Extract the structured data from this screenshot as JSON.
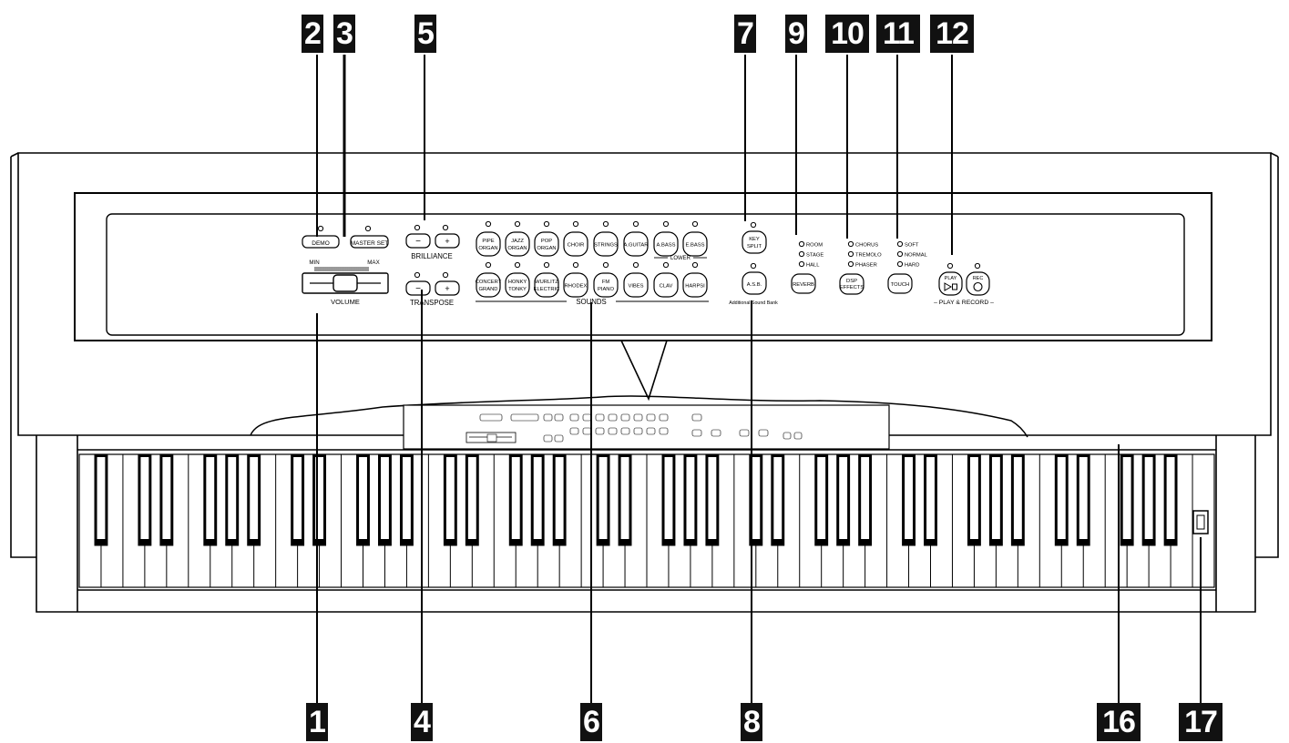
{
  "callouts": {
    "n1": "1",
    "n2": "2",
    "n3": "3",
    "n4": "4",
    "n5": "5",
    "n6": "6",
    "n7": "7",
    "n8": "8",
    "n9": "9",
    "n10": "10",
    "n11": "11",
    "n12": "12",
    "n16": "16",
    "n17": "17"
  },
  "panel": {
    "demo": "DEMO",
    "master_set": "MASTER SET",
    "brilliance_minus": "−",
    "brilliance_plus": "+",
    "brilliance": "BRILLIANCE",
    "transpose_minus": "−",
    "transpose_plus": "+",
    "transpose": "TRANSPOSE",
    "volume_min": "MIN",
    "volume_max": "MAX",
    "volume": "VOLUME",
    "sounds": "SOUNDS",
    "lower": "LOWER",
    "voices_top": [
      [
        "PIPE",
        "ORGAN"
      ],
      [
        "JAZZ",
        "ORGAN"
      ],
      [
        "POP",
        "ORGAN"
      ],
      [
        "CHOIR",
        ""
      ],
      [
        "STRINGS",
        ""
      ],
      [
        "A.GUITAR",
        ""
      ],
      [
        "A.BASS",
        ""
      ],
      [
        "E.BASS",
        ""
      ]
    ],
    "voices_bottom": [
      [
        "CONCERT",
        "GRAND"
      ],
      [
        "HONKY",
        "TONKY"
      ],
      [
        "WURLITZ",
        "ELECTRIC"
      ],
      [
        "RHODEX",
        ""
      ],
      [
        "FM",
        "PIANO"
      ],
      [
        "VIBES",
        ""
      ],
      [
        "CLAV",
        ""
      ],
      [
        "HARPSI",
        ""
      ]
    ],
    "key_split": [
      "KEY",
      "SPLIT"
    ],
    "asb": "A.S.B.",
    "additional_sound_bank": "Additional Sound Bank",
    "reverb": "REVERB",
    "reverb_opts": [
      "ROOM",
      "STAGE",
      "HALL"
    ],
    "dsp": [
      "DSP",
      "EFFECTS"
    ],
    "dsp_opts": [
      "CHORUS",
      "TREMOLO",
      "PHASER"
    ],
    "touch": "TOUCH",
    "touch_opts": [
      "SOFT",
      "NORMAL",
      "HARD"
    ],
    "play": "PLAY",
    "rec": "REC",
    "play_record": "– PLAY & RECORD –"
  }
}
